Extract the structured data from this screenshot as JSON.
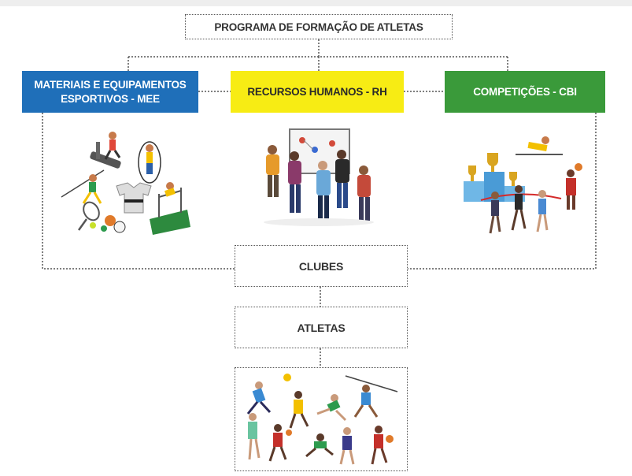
{
  "diagram": {
    "title": "PROGRAMA DE FORMAÇÃO DE ATLETAS",
    "categories": [
      {
        "label": "MATERIAIS E EQUIPAMENTOS ESPORTIVOS - MEE",
        "color": "#1f6fb9"
      },
      {
        "label": "RECURSOS HUMANOS - RH",
        "color": "#f7ec14"
      },
      {
        "label": "COMPETIÇÕES - CBI",
        "color": "#3a9a3a"
      }
    ],
    "clubs": "CLUBES",
    "athletes": "ATLETAS"
  },
  "illustrations": {
    "equipment": "sports-equipment-illustration",
    "staff": "coaching-staff-illustration",
    "competition": "competition-podium-illustration",
    "athletes": "athletes-illustration"
  }
}
